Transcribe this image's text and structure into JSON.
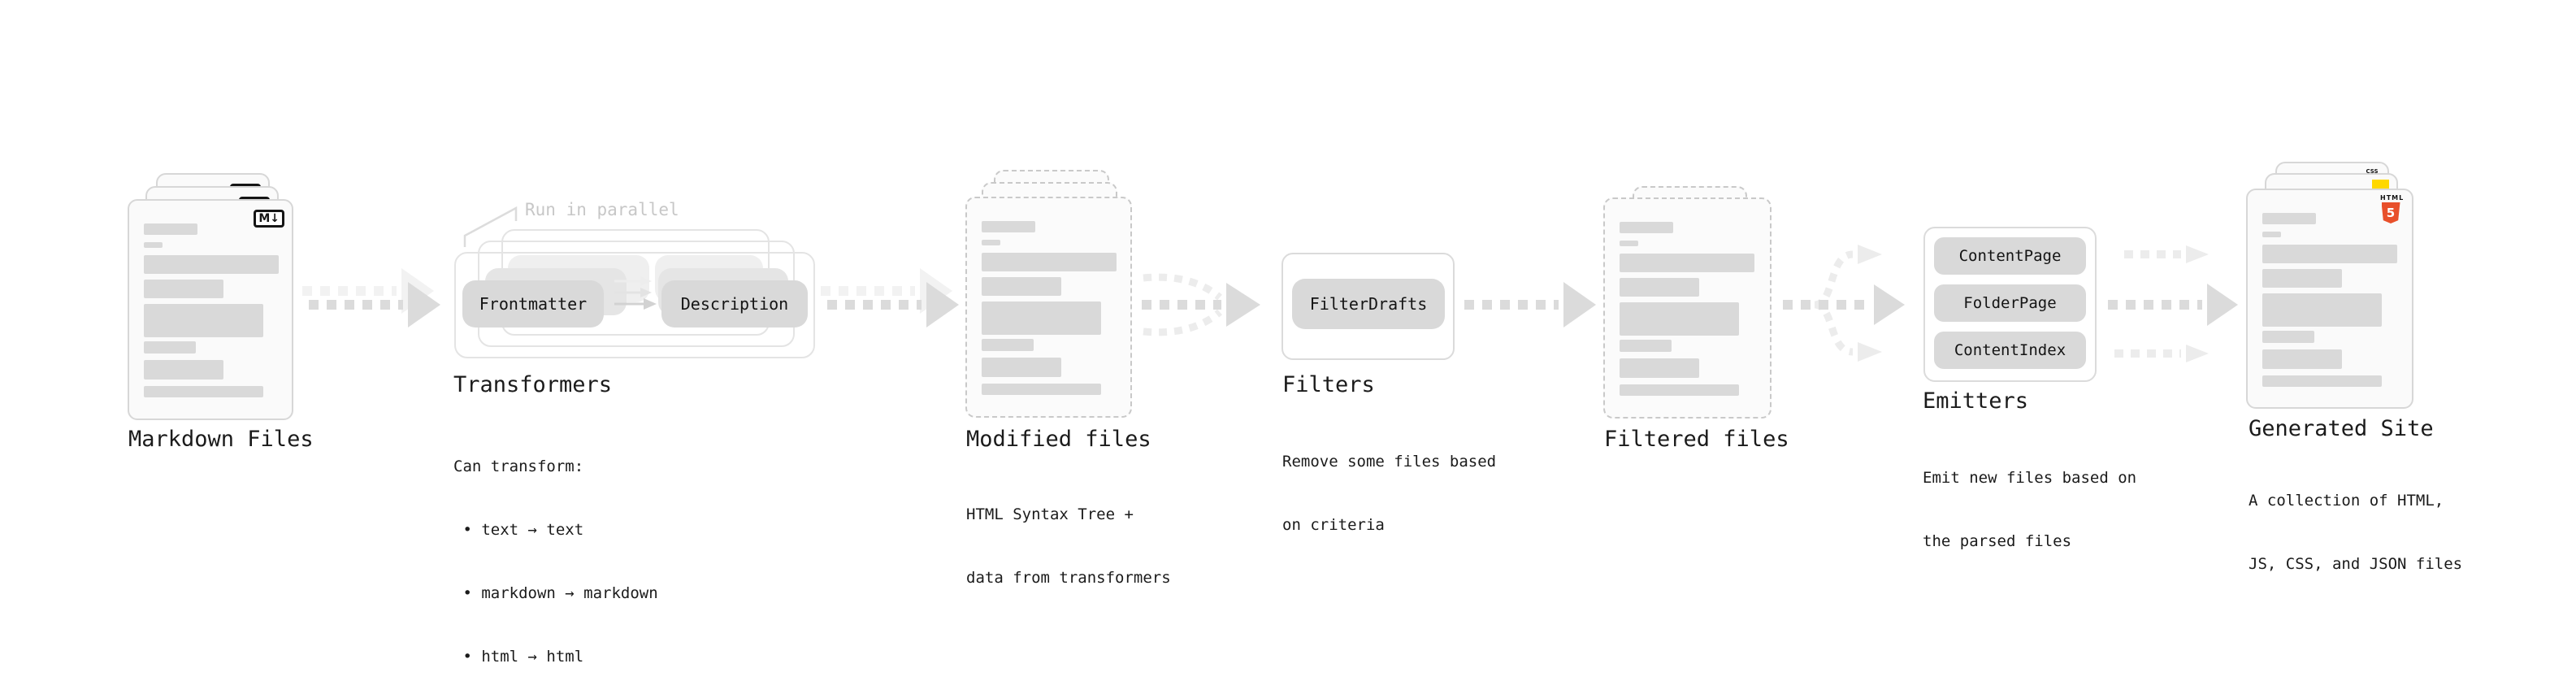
{
  "colors": {
    "card_border": "#d7d7d7",
    "placeholder_bar": "#d9d9d9",
    "arrow_gray": "#dbdbdb",
    "html5_orange": "#e8502b",
    "js_yellow": "#ffd800",
    "css_blue": "#2e6be6"
  },
  "stages": {
    "markdown_files": {
      "label": "Markdown Files",
      "badge": "M↓"
    },
    "transformers": {
      "label": "Transformers",
      "note": "Run in parallel",
      "pill_frontmatter": "Frontmatter",
      "pill_description": "Description",
      "desc_lines": [
        "Can transform:",
        " • text → text",
        " • markdown → markdown",
        " • html → html"
      ]
    },
    "modified_files": {
      "label": "Modified files",
      "desc_lines": [
        "HTML Syntax Tree +",
        "data from transformers"
      ]
    },
    "filters": {
      "label": "Filters",
      "pill": "FilterDrafts",
      "desc_lines": [
        "Remove some files based",
        "on criteria"
      ]
    },
    "filtered_files": {
      "label": "Filtered files"
    },
    "emitters": {
      "label": "Emitters",
      "pills": [
        "ContentPage",
        "FolderPage",
        "ContentIndex"
      ],
      "desc_lines": [
        "Emit new files based on",
        "the parsed files"
      ]
    },
    "generated_site": {
      "label": "Generated Site",
      "desc_lines": [
        "A collection of HTML,",
        "JS, CSS, and JSON files"
      ],
      "icons": {
        "html5_text": "HTML",
        "html5_number": "5",
        "css_text": "CSS"
      }
    }
  }
}
